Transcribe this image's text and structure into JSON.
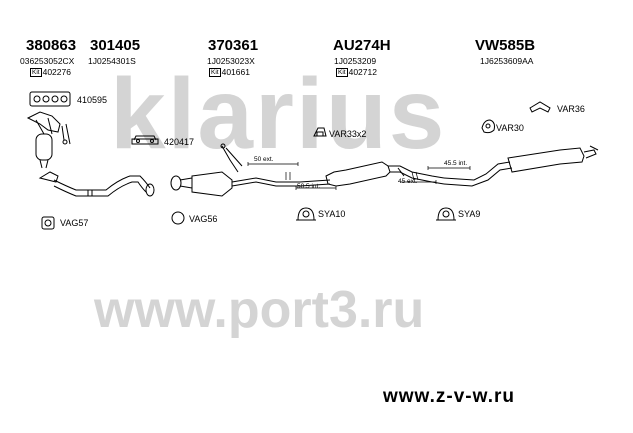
{
  "watermark": {
    "text": "klarius",
    "site": "www.port3.ru"
  },
  "site_url": "www.z-v-w.ru",
  "parts": [
    {
      "number": "380863",
      "oe": "036253052CX",
      "kit": "402276"
    },
    {
      "number": "301405",
      "oe": "1J0254301S"
    },
    {
      "number": "370361",
      "oe": "1J0253023X",
      "kit": "401661"
    },
    {
      "number": "AU274H",
      "oe": "1J0253209",
      "kit": "402712"
    },
    {
      "number": "VW585B",
      "oe": "1J6253609AA"
    }
  ],
  "kit_tag": "Kit",
  "accessories": {
    "gasket_410595": "410595",
    "clamp_420417": "420417",
    "var33x2": "VAR33x2",
    "var36": "VAR36",
    "var30": "VAR30",
    "vag57": "VAG57",
    "vag56": "VAG56",
    "sya10": "SYA10",
    "sya9": "SYA9"
  },
  "dimensions": {
    "d1": "50 ext.",
    "d2": "50.5 int.",
    "d3": "45.5 int.",
    "d4": "45 ext."
  },
  "colors": {
    "watermark": "#d4d4d4",
    "ink": "#000000"
  }
}
